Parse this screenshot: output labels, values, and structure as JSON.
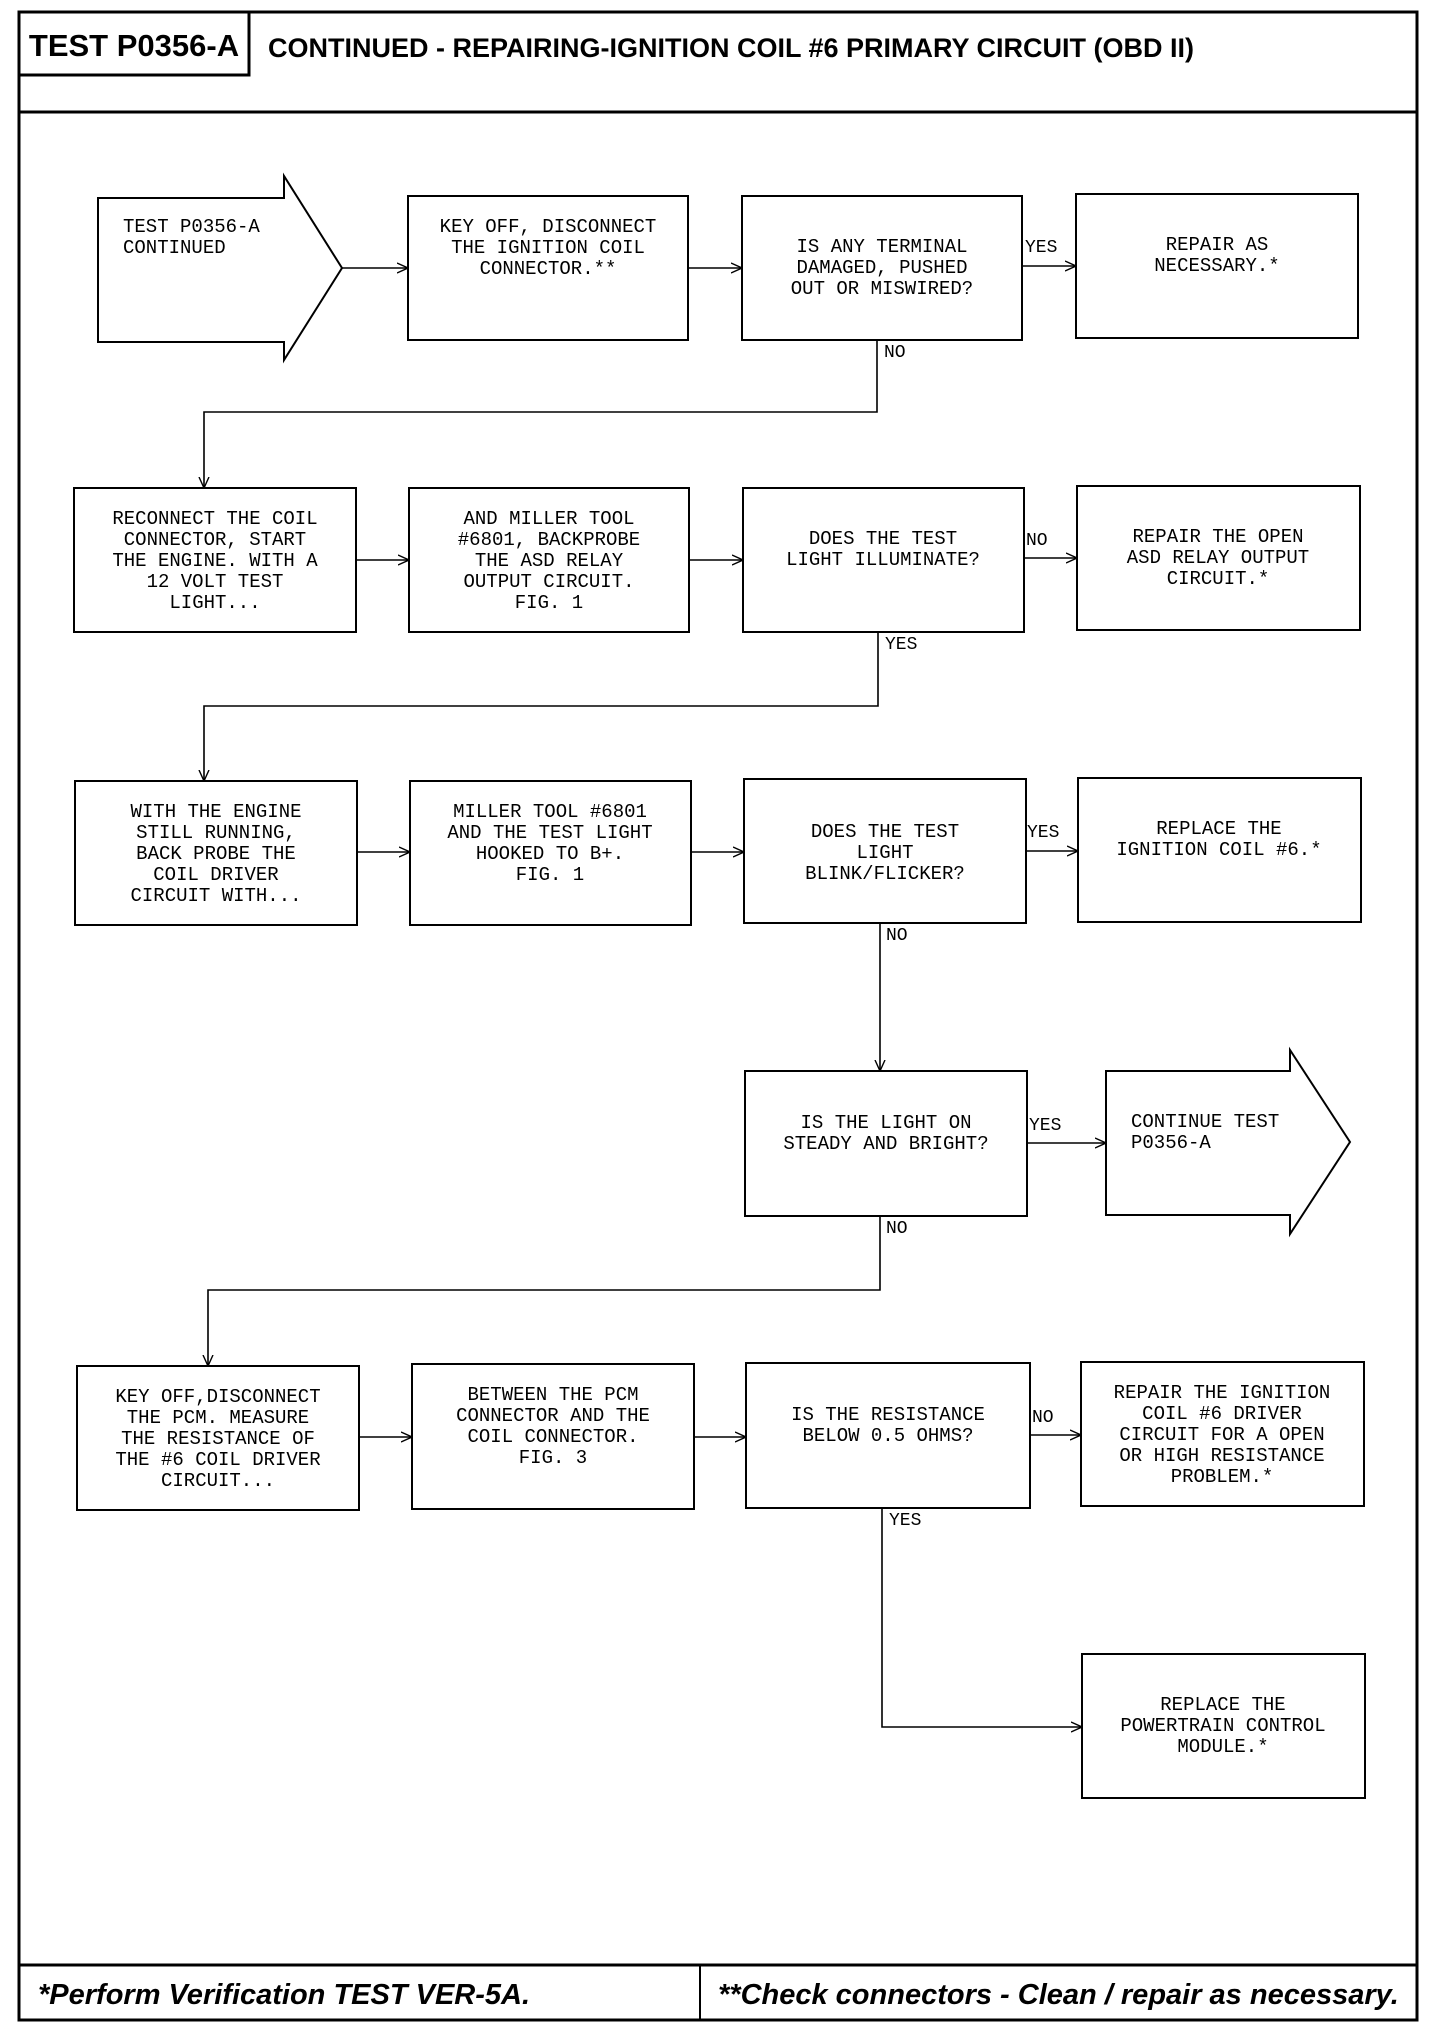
{
  "header": {
    "test_id": "TEST P0356-A",
    "title": "CONTINUED - REPAIRING-IGNITION COIL #6 PRIMARY CIRCUIT (OBD II)"
  },
  "nodes": {
    "start": [
      "TEST P0356-A",
      "CONTINUED"
    ],
    "key_off_disconnect_coil": [
      "KEY OFF, DISCONNECT",
      "THE IGNITION COIL",
      "CONNECTOR.**"
    ],
    "terminal_damaged": [
      "IS ANY TERMINAL",
      "DAMAGED, PUSHED",
      "OUT OR MISWIRED?"
    ],
    "repair_as_necessary": [
      "REPAIR AS",
      "NECESSARY.*"
    ],
    "reconnect_coil": [
      "RECONNECT THE COIL",
      "CONNECTOR, START",
      "THE ENGINE. WITH A",
      "12 VOLT TEST",
      "LIGHT..."
    ],
    "backprobe_asd": [
      "AND MILLER TOOL",
      "#6801, BACKPROBE",
      "THE ASD RELAY",
      "OUTPUT CIRCUIT.",
      "FIG. 1"
    ],
    "light_illuminate": [
      "DOES THE TEST",
      "LIGHT ILLUMINATE?"
    ],
    "repair_open_asd": [
      "REPAIR THE OPEN",
      "ASD RELAY OUTPUT",
      "CIRCUIT.*"
    ],
    "engine_running_backprobe": [
      "WITH THE ENGINE",
      "STILL RUNNING,",
      "BACK PROBE THE",
      "COIL DRIVER",
      "CIRCUIT WITH..."
    ],
    "miller_tool_b_plus": [
      "MILLER TOOL #6801",
      "AND THE TEST LIGHT",
      "HOOKED TO B+.",
      "FIG. 1"
    ],
    "light_blink": [
      "DOES THE TEST",
      "LIGHT",
      "BLINK/FLICKER?"
    ],
    "replace_coil": [
      "REPLACE THE",
      "IGNITION COIL #6.*"
    ],
    "light_steady": [
      "IS THE LIGHT ON",
      "STEADY AND BRIGHT?"
    ],
    "continue_test": [
      "CONTINUE TEST",
      "P0356-A"
    ],
    "key_off_disconnect_pcm": [
      "KEY OFF,DISCONNECT",
      "THE PCM. MEASURE",
      "THE RESISTANCE OF",
      "THE #6 COIL DRIVER",
      "CIRCUIT..."
    ],
    "between_pcm_coil": [
      "BETWEEN THE PCM",
      "CONNECTOR AND THE",
      "COIL CONNECTOR.",
      "FIG. 3"
    ],
    "resistance_below": [
      "IS THE RESISTANCE",
      "BELOW 0.5 OHMS?"
    ],
    "repair_driver_circuit": [
      "REPAIR THE IGNITION",
      "COIL #6 DRIVER",
      "CIRCUIT FOR A OPEN",
      "OR HIGH RESISTANCE",
      "PROBLEM.*"
    ],
    "replace_pcm": [
      "REPLACE THE",
      "POWERTRAIN CONTROL",
      "MODULE.*"
    ]
  },
  "edge_labels": {
    "yes": "YES",
    "no": "NO"
  },
  "footer": {
    "left": "*Perform Verification TEST VER-5A.",
    "right": "**Check connectors - Clean / repair as necessary."
  }
}
